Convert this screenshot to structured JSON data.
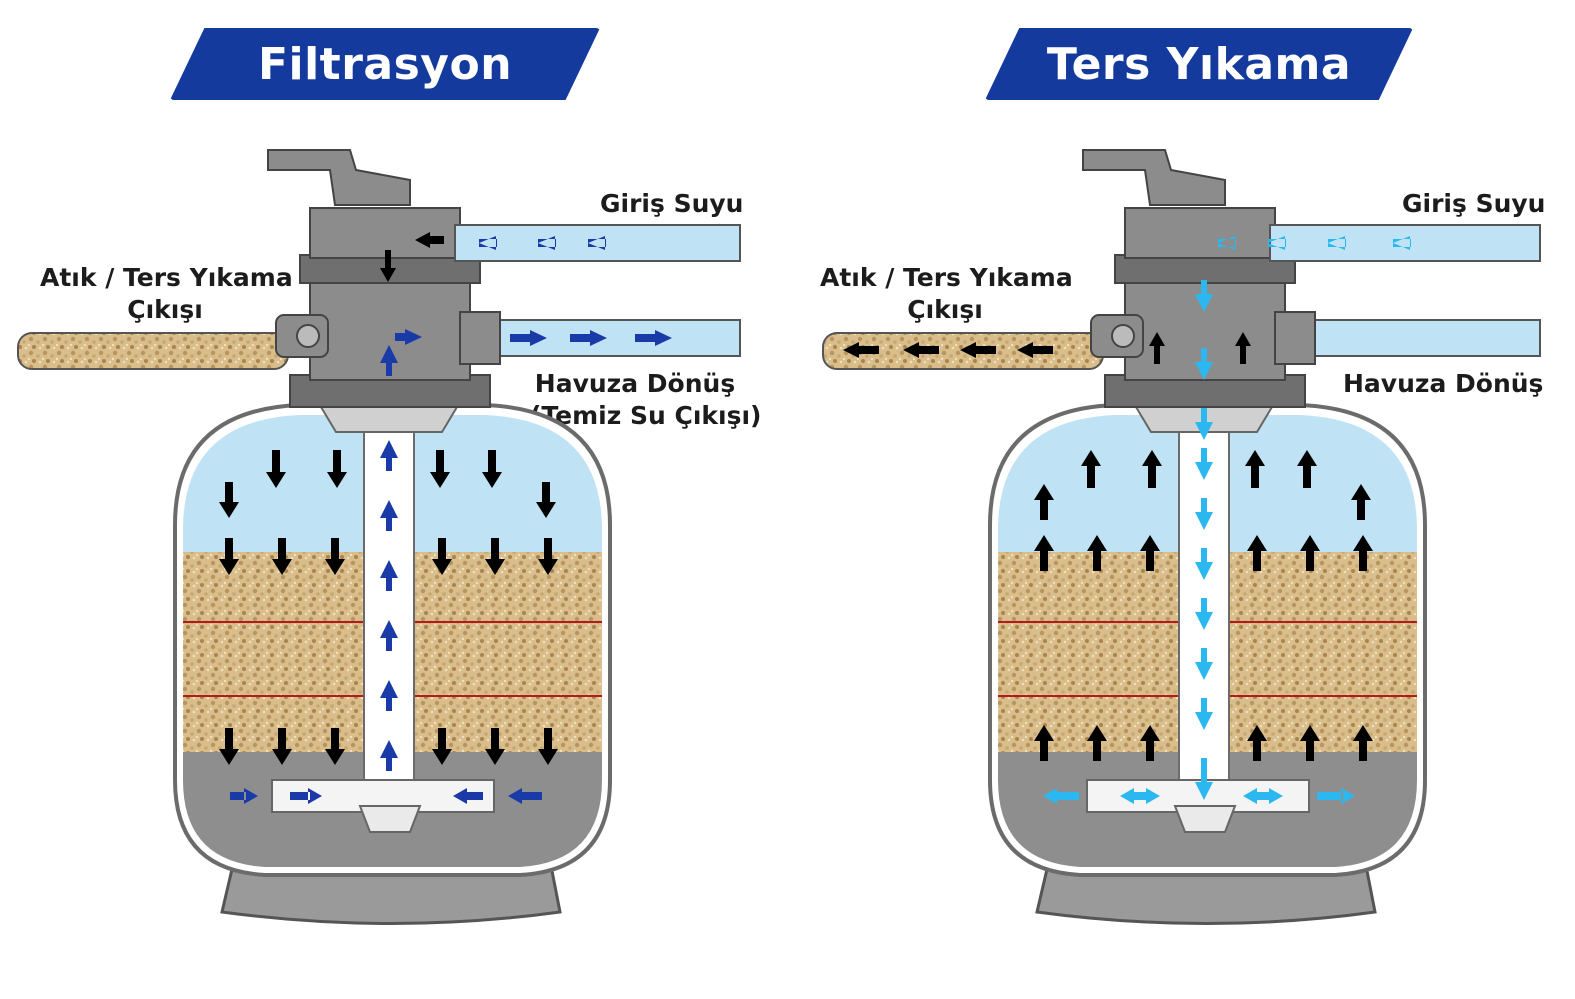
{
  "panels": [
    {
      "title": "Filtrasyon",
      "inlet_label": "Giriş Suyu",
      "waste_label_line1": "Atık / Ters Yıkama",
      "waste_label_line2": "Çıkışı",
      "return_label_line1": "Havuza Dönüş",
      "return_label_line2": "(Temiz Su Çıkışı)",
      "flow_color": "#1a3aa8",
      "bed_arrow_direction": "down"
    },
    {
      "title": "Ters Yıkama",
      "inlet_label": "Giriş Suyu",
      "waste_label_line1": "Atık / Ters Yıkama",
      "waste_label_line2": "Çıkışı",
      "return_label_line1": "Havuza Dönüş",
      "return_label_line2": "",
      "flow_color": "#2bb8f0",
      "bed_arrow_direction": "up"
    }
  ],
  "colors": {
    "banner": "#143a9e",
    "water": "#bfe3f5",
    "sand": "#d9bd8a",
    "gravel_zone": "#8e8e8e",
    "tank_outline": "#6b6b6b",
    "valve_body": "#8c8c8c",
    "layer_line": "#b31a1a"
  }
}
